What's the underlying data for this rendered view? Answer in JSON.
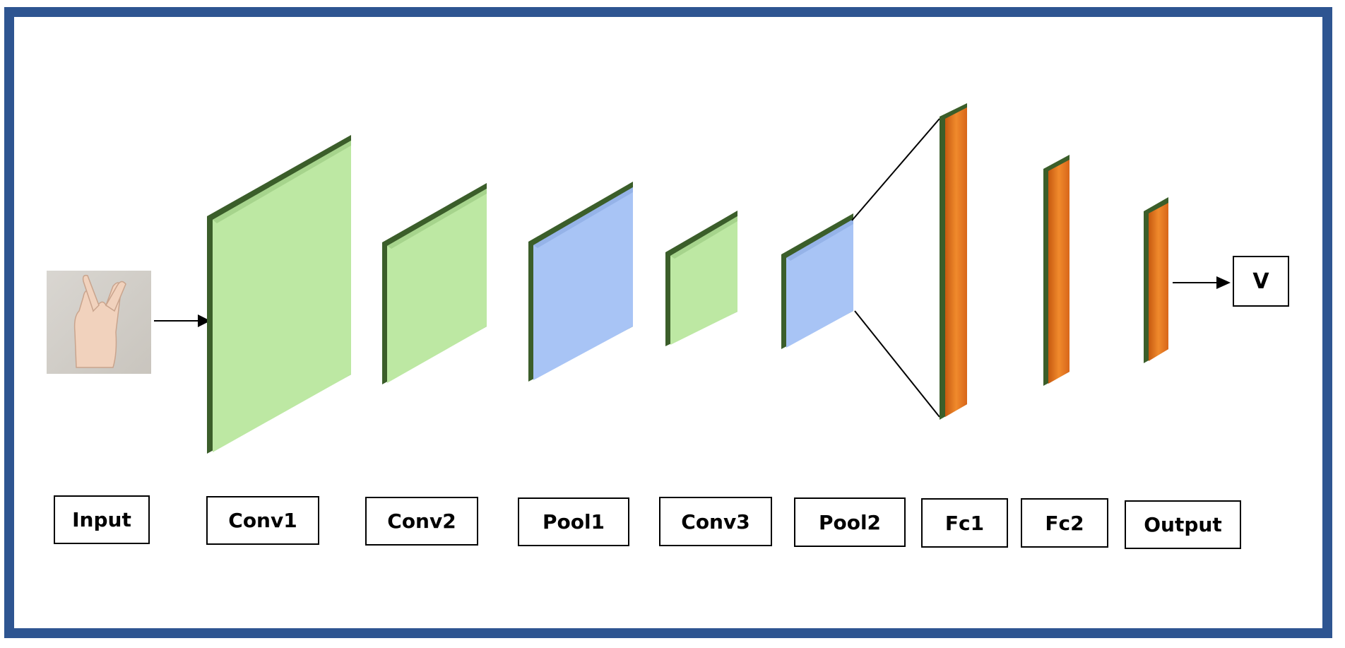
{
  "colors": {
    "frame": "#2e5591",
    "conv": "#bde8a3",
    "pool": "#a8c4f5",
    "fc": "#e8711d",
    "edge": "#3b5e2a"
  },
  "labels": {
    "input": "Input",
    "conv1": "Conv1",
    "conv2": "Conv2",
    "pool1": "Pool1",
    "conv3": "Conv3",
    "pool2": "Pool2",
    "fc1": "Fc1",
    "fc2": "Fc2",
    "output": "Output"
  },
  "output_value": "V"
}
